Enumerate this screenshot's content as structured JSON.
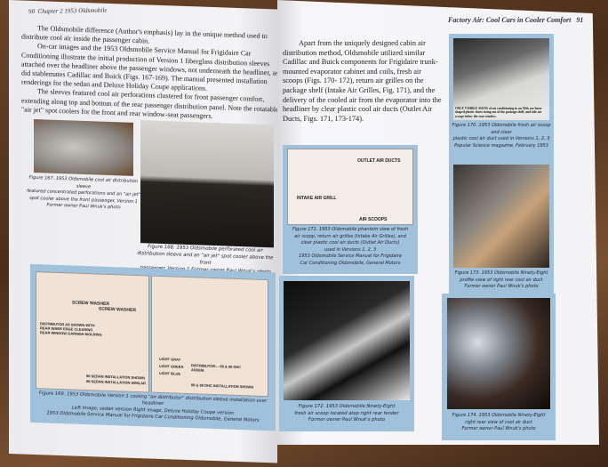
{
  "left_page": {
    "page_number": "90",
    "running_head": "Chapter 2  1953 Oldsmobile",
    "paragraphs": [
      "The Oldsmobile difference (Author's emphasis) lay in the unique method used to distribute cool air inside the passenger cabin.",
      "On-car images and the 1953 Oldsmobile Service Manual for Frigidaire Car Conditioning illustrate the initial production of Version 1 fiberglass distribution sleeves attached over the headliner above the passenger windows, not underneath the headliner, as did stablemates Cadillac and Buick (Figs. 167-169). The manual presented installation renderings for the sedan and Deluxe Holiday Coupe applications.",
      "The sleeves featured cool air perforations clustered for front passenger comfort, extending along top and bottom of the rear passenger distribution panel. Note the rotatable \"air jet\" spot coolers for the front and rear window-seat passengers."
    ],
    "fig167_caption": [
      "Figure 167. 1953 Oldsmobile cool air distribution sleeve",
      "featured concentrated perforations and an \"air jet\"",
      "spot cooler above the front passenger, Version 1",
      "Former owner Paul Wnuk's photo"
    ],
    "fig168_caption": [
      "Figure 168. 1953 Oldsmobile perforated cool air",
      "distribution sleeve and an \"air jet\" spot cooler above the front",
      "passenger, Version 1     Former owner Paul Wnuk's photo"
    ],
    "fig169_labels": {
      "screw_washer": "SCREW WASHER",
      "distributor_note": "DISTRIBUTOR AS SHOWN WITH REAR INNER EDGE CLEARING REAR WINDOW GARNISH MOLDING",
      "sedan_shown": "98 SEDAN INSTALLATION SHOWN",
      "sedan_similar": "88 SEDAN INSTALLATION SIMILAR",
      "light_gray": "LIGHT GRAY",
      "light_green": "LIGHT GREEN",
      "light_blue": "LIGHT BLUE",
      "distributor_assem": "DISTRIBUTOR— 88 & 98 DHC ASSEM.",
      "dhc_shown": "88 & 98 DHC INSTALLATION SHOWN"
    },
    "fig169_caption": [
      "Figure 169. 1953 Oldsmobile Version 1 cooling \"air distributor\" distribution sleeve installation over headliner",
      "Left image, sedan version    Right image, Deluxe Holiday Coupe version",
      "1953 Oldsmobile Service Manual for Frigidaire Car Conditioning      Oldsmobile, General Motors"
    ]
  },
  "right_page": {
    "page_number": "91",
    "running_head": "Factory Air: Cool Cars in Cooler Comfort",
    "paragraph": "Apart from the uniquely designed cabin air distribution method, Oldsmobile utilized similar Cadillac and Buick components for Frigidaire trunk-mounted evaporator cabinet and coils, fresh air scoops (Figs. 170- 172), return air grilles on the package shelf (Intake Air Grilles, Fig. 171), and the delivery of the cooled air from the evaporator into the headliner by clear plastic cool air ducts (Outlet Air Ducts, Figs. 171, 173-174).",
    "fig170_inset": "ONLY VISIBLE SIGNS of air conditioning in an Olds are horn-shaped plastic ducts rising out of the package shelf, and side air scoops below the rear window.",
    "fig170_caption": [
      "Figure 170. 1953 Oldsmobile fresh air scoop and clear",
      "plastic cool air duct used in Versions 1, 2, 3",
      "Popular Science magazine, February 1953"
    ],
    "fig171_labels": {
      "outlet": "OUTLET AIR DUCTS",
      "intake": "INTAKE AIR GRILL",
      "scoops": "AIR SCOOPS"
    },
    "fig171_caption": [
      "Figure 171. 1953 Oldsmobile phantom view of fresh",
      "air scoop, return air grilles (Intake Air Grilles), and",
      "clear plastic cool air ducts (Outlet Air Ducts)",
      "used in Versions 1, 2, 3",
      "1953 Oldsmobile Service Manual for Frigidaire",
      "Car Conditioning     Oldsmobile, General Motors"
    ],
    "fig172_caption": [
      "Figure 172. 1953 Oldsmobile Ninety-Eight",
      "fresh air scoop located atop right rear fender",
      "Former owner Paul Wnuk's photo"
    ],
    "fig173_caption": [
      "Figure 173. 1953 Oldsmobile Ninety-Eight",
      "profile view of right rear cool air duct",
      "Former owner Paul Wnuk's photo"
    ],
    "fig174_caption": [
      "Figure 174. 1953 Oldsmobile Ninety-Eight",
      "right rear view of cool air duct",
      "Former owner Paul Wnuk's photo"
    ]
  }
}
